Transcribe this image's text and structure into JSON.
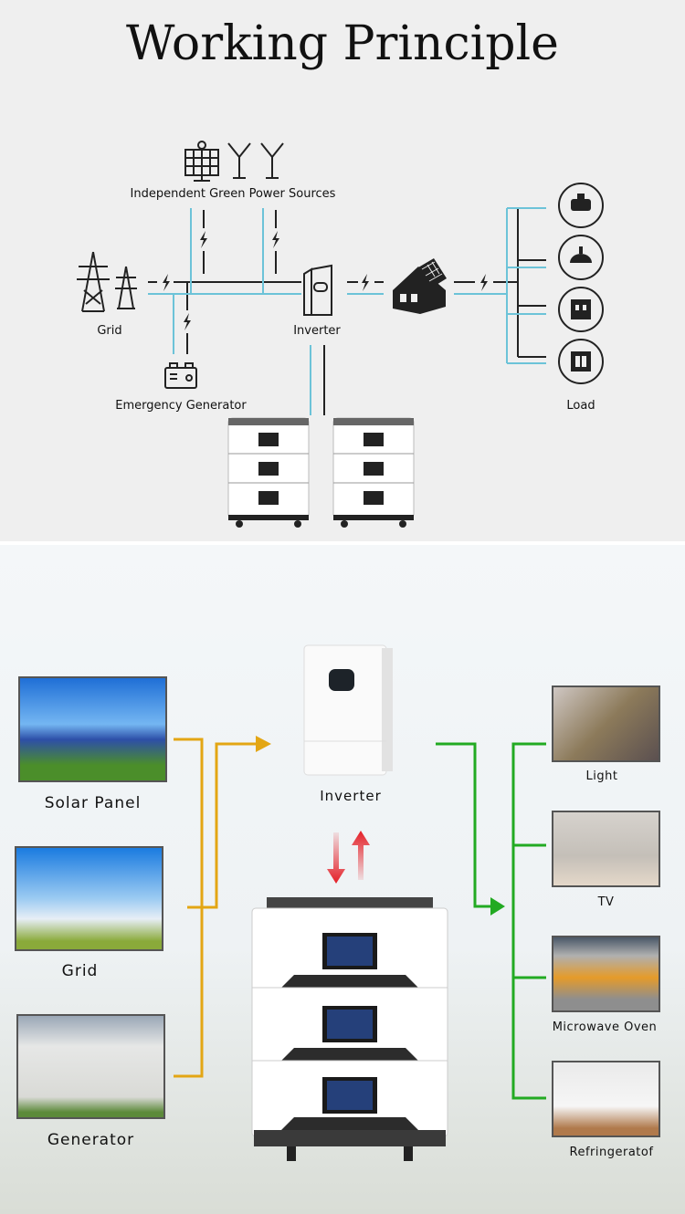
{
  "title": "Working Principle",
  "top_diagram": {
    "green_sources_label": "Independent Green Power Sources",
    "grid_label": "Grid",
    "inverter_label": "Inverter",
    "generator_label": "Emergency Generator",
    "load_label": "Load",
    "load_icons": [
      "car-icon",
      "lamp-icon",
      "socket-icon",
      "switch-icon"
    ],
    "colors": {
      "wire_dark": "#222222",
      "wire_light": "#6cc3d8"
    }
  },
  "bottom_diagram": {
    "sources": [
      {
        "label": "Solar Panel"
      },
      {
        "label": "Grid"
      },
      {
        "label": "Generator"
      }
    ],
    "inverter_label": "Inverter",
    "loads": [
      {
        "label": "Light"
      },
      {
        "label": "TV"
      },
      {
        "label": "Microwave Oven"
      },
      {
        "label": "Refringeratof"
      }
    ],
    "colors": {
      "input_line": "#e3a614",
      "output_line": "#22aa22",
      "flow_arrow": "#e41e26"
    }
  }
}
